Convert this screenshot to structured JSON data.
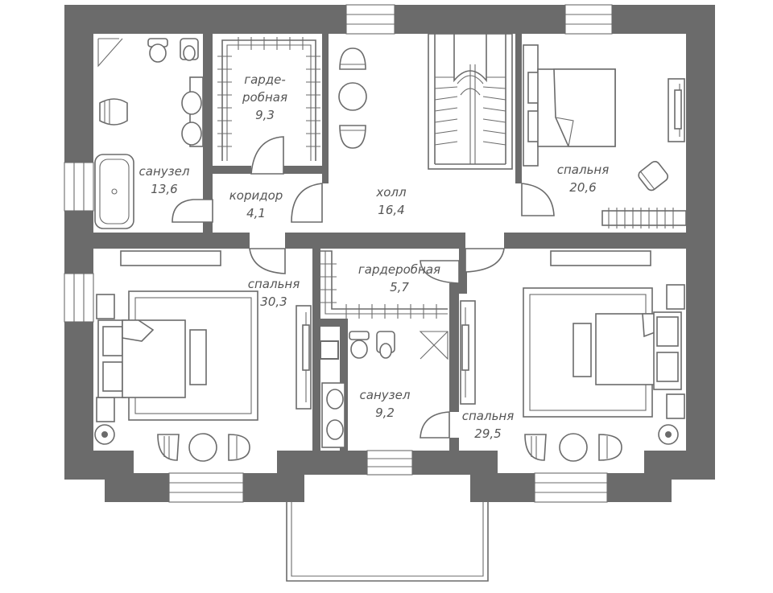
{
  "rooms": [
    {
      "id": "bath1",
      "name": "санузел",
      "area": "13,6"
    },
    {
      "id": "wardrobe1",
      "name_lines": [
        "гарде-",
        "робная"
      ],
      "area": "9,3"
    },
    {
      "id": "corridor",
      "name": "коридор",
      "area": "4,1"
    },
    {
      "id": "hall",
      "name": "холл",
      "area": "16,4"
    },
    {
      "id": "bedroom1",
      "name": "спальня",
      "area": "20,6"
    },
    {
      "id": "bedroom2",
      "name": "спальня",
      "area": "30,3"
    },
    {
      "id": "wardrobe2",
      "name": "гардеробная",
      "area": "5,7"
    },
    {
      "id": "bath2",
      "name": "санузел",
      "area": "9,2"
    },
    {
      "id": "bedroom3",
      "name": "спальня",
      "area": "29,5"
    }
  ],
  "colors": {
    "wall": "#6b6b6b",
    "line": "#6b6b6b",
    "label": "#555555",
    "background": "#ffffff"
  }
}
